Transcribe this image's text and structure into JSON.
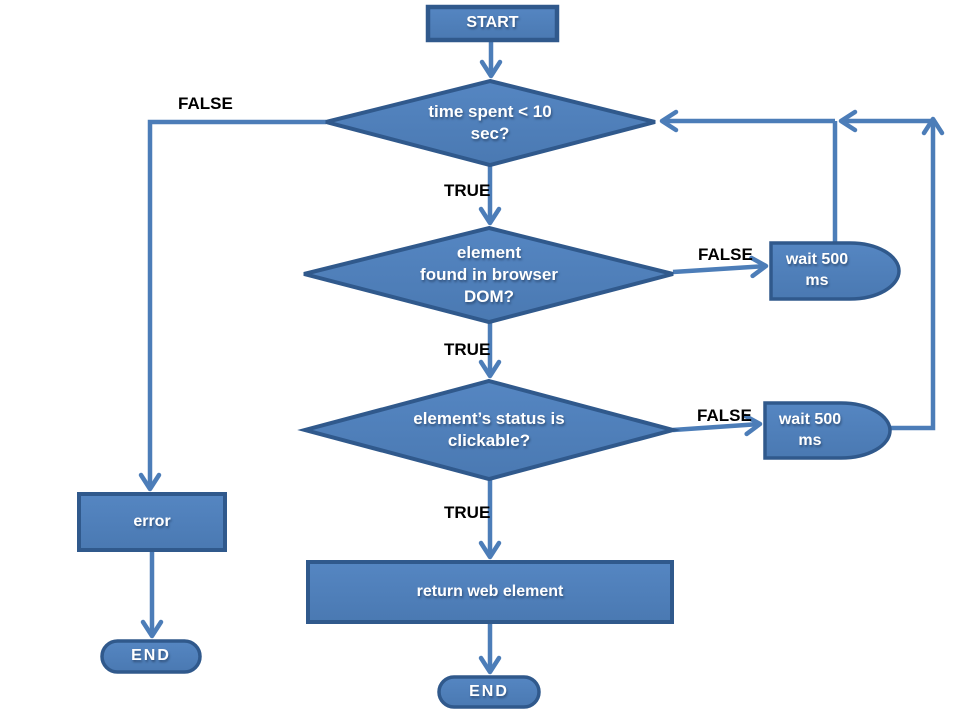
{
  "slide": {
    "type": "flowchart",
    "background": "#ffffff"
  },
  "colors": {
    "shape_fill": "#4f81bd",
    "shape_fill_light": "#5988c4",
    "shape_border": "#30598c",
    "connector": "#4c7db8",
    "shape_text": "#ffffff",
    "edge_label_text": "#000000"
  },
  "nodes": {
    "start": {
      "label": "START",
      "shape": "rectangle"
    },
    "decision_time": {
      "label": "time spent < 10\nsec?",
      "shape": "diamond"
    },
    "decision_found": {
      "label": "element\nfound in browser\nDOM?",
      "shape": "diamond"
    },
    "decision_clickable": {
      "label": "element’s status is\nclickable?",
      "shape": "diamond"
    },
    "wait_top": {
      "label": "wait 500\nms",
      "shape": "delay"
    },
    "wait_bottom": {
      "label": "wait 500\nms",
      "shape": "delay"
    },
    "error": {
      "label": "error",
      "shape": "rectangle"
    },
    "end_left": {
      "label": "END",
      "shape": "stadium"
    },
    "return_element": {
      "label": "return web element",
      "shape": "rectangle"
    },
    "end_bottom": {
      "label": "END",
      "shape": "stadium"
    }
  },
  "edge_labels": {
    "false_left": "FALSE",
    "true_top": "TRUE",
    "false_top": "FALSE",
    "true_middle": "TRUE",
    "false_middle": "FALSE",
    "true_bottom": "TRUE"
  }
}
